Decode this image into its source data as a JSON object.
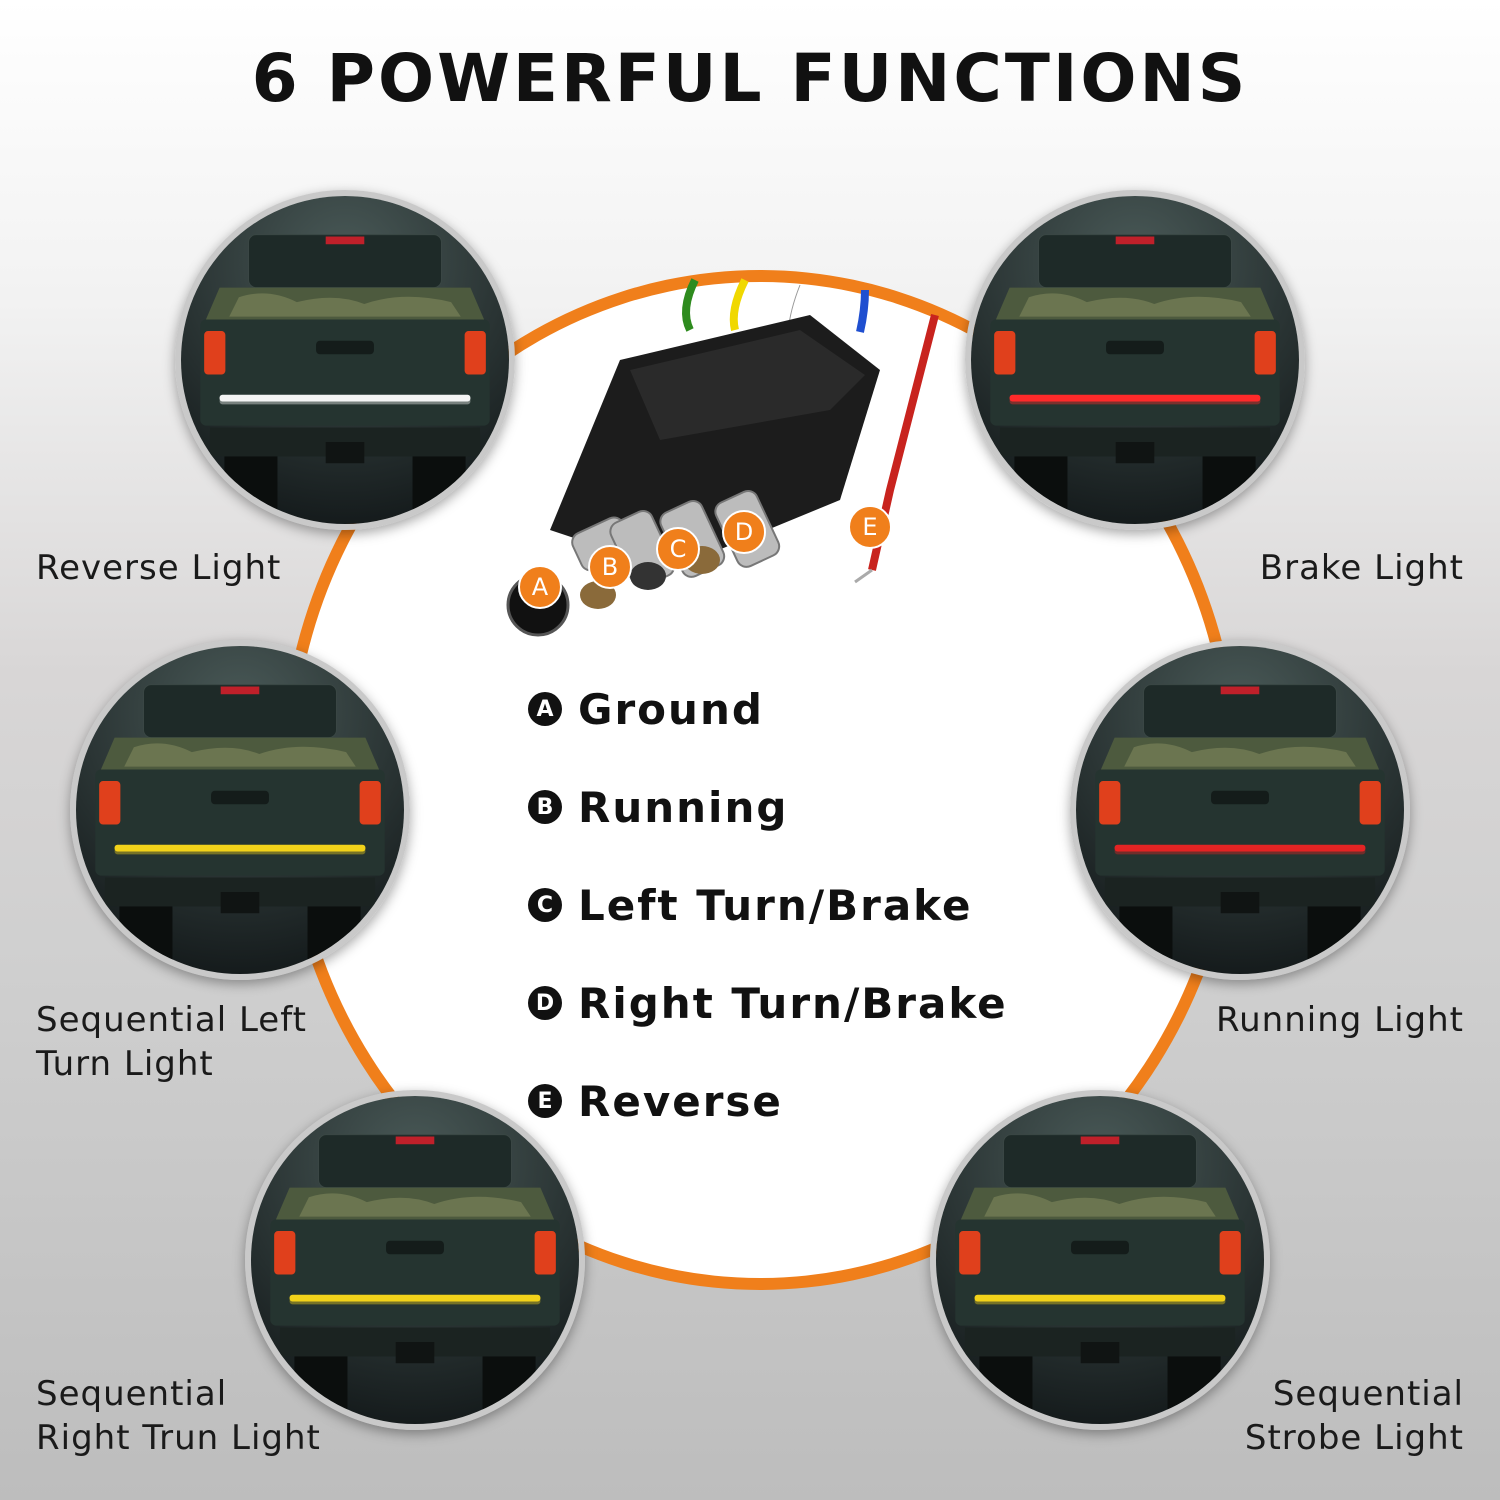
{
  "title": "6 POWERFUL FUNCTIONS",
  "accent_color": "#f07f1b",
  "functions": [
    {
      "caption": "Reverse Light",
      "bar_color": "#f4f4f4"
    },
    {
      "caption": "Brake Light",
      "bar_color": "#ff2a2a"
    },
    {
      "caption": "Sequential Left Turn Light",
      "line1": "Sequential Left",
      "line2": "Turn Light",
      "bar_color": "#f2d21a"
    },
    {
      "caption": "Running Light",
      "bar_color": "#e42424"
    },
    {
      "caption": "Sequential Right Trun Light",
      "line1": "Sequential",
      "line2": "Right Trun Light",
      "bar_color": "#f2d21a"
    },
    {
      "caption": "Sequential Strobe Light",
      "line1": "Sequential",
      "line2": "Strobe Light",
      "bar_color": "#f2d21a"
    }
  ],
  "legend": [
    {
      "badge": "A",
      "label": "Ground"
    },
    {
      "badge": "B",
      "label": "Running"
    },
    {
      "badge": "C",
      "label": "Left Turn/Brake"
    },
    {
      "badge": "D",
      "label": "Right Turn/Brake"
    },
    {
      "badge": "E",
      "label": "Reverse"
    }
  ],
  "connector_pins": [
    "A",
    "B",
    "C",
    "D",
    "E"
  ],
  "wire_colors": [
    "#2e8b1e",
    "#f0d800",
    "#ffffff",
    "#1f4fd0",
    "#c8231e"
  ]
}
